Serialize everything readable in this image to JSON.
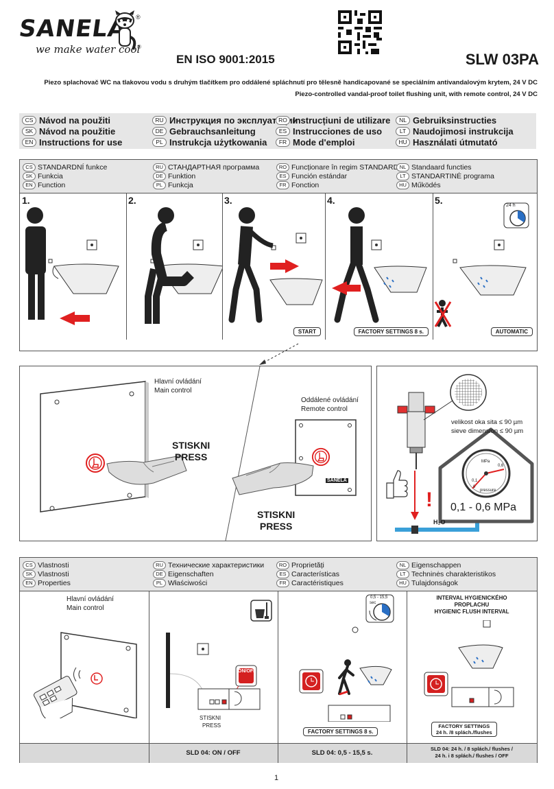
{
  "header": {
    "brand": "SANELA",
    "slogan": "we make water cool",
    "reg": "®",
    "iso": "EN ISO 9001:2015",
    "model": "SLW 03PA",
    "desc_cs": "Piezo splachovač WC na tlakovou vodu s druhým tlačítkem pro oddálené  spláchnutí pro tělesně handicapované  se speciálním antivandalovým krytem, 24 V DC",
    "desc_en": "Piezo-controlled vandal-proof toilet flushing unit, with remote control, 24 V DC"
  },
  "languages": [
    [
      {
        "c": "CS",
        "t": "Návod na použiti"
      },
      {
        "c": "RU",
        "t": "Инструкция по эксплуатации"
      },
      {
        "c": "RO",
        "t": "Instrucțiuni de utilizare"
      },
      {
        "c": "NL",
        "t": "Gebruiksinstructies"
      }
    ],
    [
      {
        "c": "SK",
        "t": "Návod na použitie"
      },
      {
        "c": "DE",
        "t": "Gebrauchsanleitung"
      },
      {
        "c": "ES",
        "t": "Instrucciones de uso"
      },
      {
        "c": "LT",
        "t": "Naudojimosi instrukcija"
      }
    ],
    [
      {
        "c": "EN",
        "t": "Instructions for use"
      },
      {
        "c": "PL",
        "t": "Instrukcja użytkowania"
      },
      {
        "c": "FR",
        "t": "Mode d'emploi"
      },
      {
        "c": "HU",
        "t": "Használati útmutató"
      }
    ]
  ],
  "function_titles": [
    [
      {
        "c": "CS",
        "t": "STANDARDNÍ funkce"
      },
      {
        "c": "RU",
        "t": "СТАНДАРТНАЯ программа"
      },
      {
        "c": "RO",
        "t": "Funcționare în regim STANDARD"
      },
      {
        "c": "NL",
        "t": "Standaard functies"
      }
    ],
    [
      {
        "c": "SK",
        "t": "Funkcia"
      },
      {
        "c": "DE",
        "t": "Funktion"
      },
      {
        "c": "ES",
        "t": "Función estándar"
      },
      {
        "c": "LT",
        "t": "STANDARTINĖ programa"
      }
    ],
    [
      {
        "c": "EN",
        "t": "Function"
      },
      {
        "c": "PL",
        "t": "Funkcja"
      },
      {
        "c": "FR",
        "t": "Fonction"
      },
      {
        "c": "HU",
        "t": "Működés"
      }
    ]
  ],
  "steps": [
    {
      "num": "1.",
      "tag": ""
    },
    {
      "num": "2.",
      "tag": ""
    },
    {
      "num": "3.",
      "tag": "START"
    },
    {
      "num": "4.",
      "tag": "FACTORY SETTINGS 8 s."
    },
    {
      "num": "5.",
      "tag": "AUTOMATIC"
    }
  ],
  "timer_label": "24 h",
  "control": {
    "main_cs": "Hlavní ovládání",
    "main_en": "Main control",
    "remote_cs": "Oddálené ovládání",
    "remote_en": "Remote control",
    "press1_cs": "STISKNI",
    "press1_en": "PRESS",
    "press2_cs": "STISKNI",
    "press2_en": "PRESS",
    "plate_brand": "SANELA"
  },
  "filter": {
    "sieve_cs": "velikost oka sita ≤ 90 µm",
    "sieve_en": "sieve dimension ≤ 90 µm",
    "gauge_unit": "MPa",
    "gauge_max": "0,6",
    "gauge_mid": "0,1",
    "gauge_zero": "0",
    "gauge_label": "pressure",
    "range": "0,1 - 0,6 MPa",
    "water": "H₂O",
    "warning": "!"
  },
  "property_titles": [
    [
      {
        "c": "CS",
        "t": "Vlastnosti"
      },
      {
        "c": "RU",
        "t": "Технические характеристики"
      },
      {
        "c": "RO",
        "t": "Proprietăți"
      },
      {
        "c": "NL",
        "t": "Eigenschappen"
      }
    ],
    [
      {
        "c": "SK",
        "t": "Vlastnosti"
      },
      {
        "c": "DE",
        "t": "Eigenschaften"
      },
      {
        "c": "ES",
        "t": "Características"
      },
      {
        "c": "LT",
        "t": "Techninės charakteristikos"
      }
    ],
    [
      {
        "c": "EN",
        "t": "Properties"
      },
      {
        "c": "PL",
        "t": "Właściwości"
      },
      {
        "c": "FR",
        "t": "Caractéristiques"
      },
      {
        "c": "HU",
        "t": "Tulajdonságok"
      }
    ]
  ],
  "properties": {
    "main_cs": "Hlavní ovládání",
    "main_en": "Main control",
    "onoff": "ON/OFF",
    "press_cs": "STISKNI",
    "press_en": "PRESS",
    "timer_range": "0,5 - 15,5",
    "timer_unit": "sec",
    "factory1": "FACTORY SETTINGS 8 s.",
    "interval_cs1": "INTERVAL HYGIENICKÉHO",
    "interval_cs2": "PROPLACHU",
    "interval_en": "HYGIENIC FLUSH INTERVAL",
    "factory2_a": "FACTORY SETTINGS",
    "factory2_b": "24 h. /8 splách./flushes",
    "foot1": "SLD 04: ON / OFF",
    "foot2": "SLD 04: 0,5 - 15,5 s.",
    "foot3_a": "SLD 04: 24 h. / 8 splách./ flushes /",
    "foot3_b": "24 h. i 8 splách./ flushes / OFF"
  },
  "page_number": "1"
}
